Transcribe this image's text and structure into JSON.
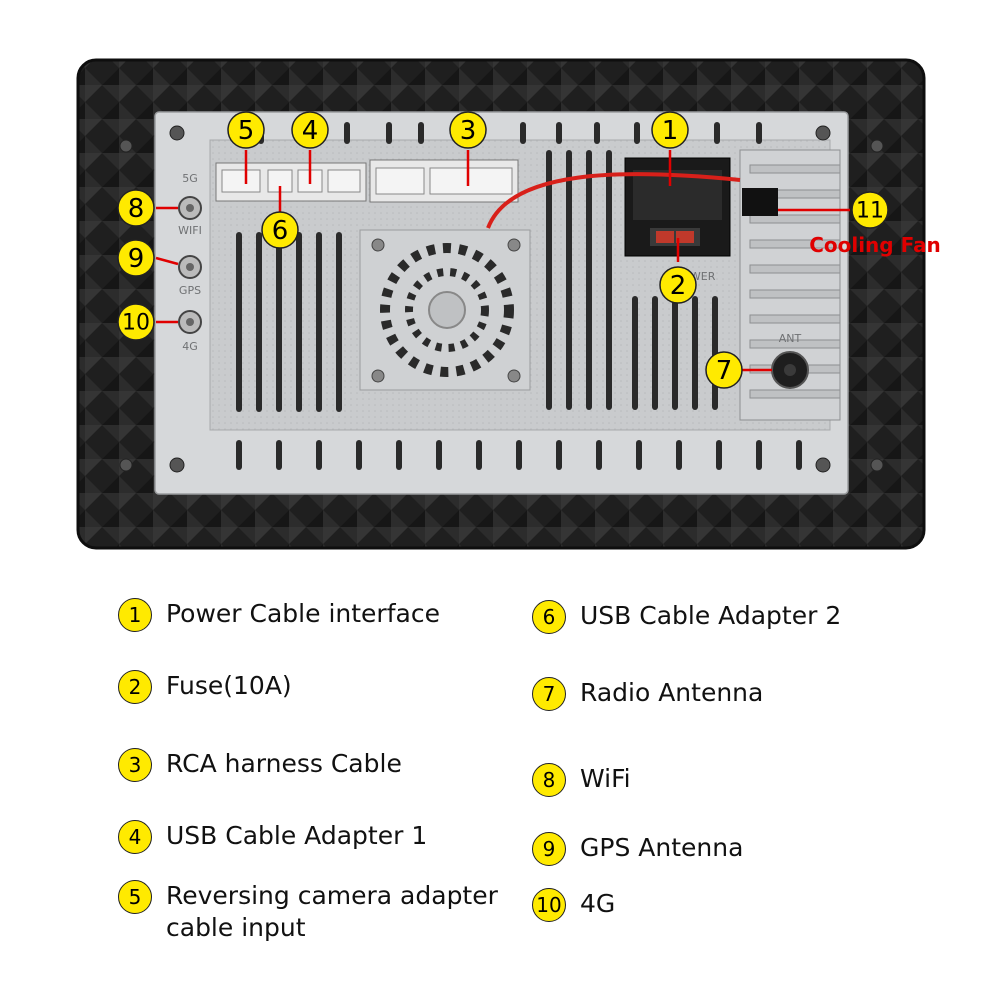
{
  "diagram": {
    "port_labels": {
      "5g": "5G",
      "wifi": "WIFI",
      "gps": "GPS",
      "4g": "4G",
      "power": "POWER",
      "ant": "ANT"
    },
    "callouts": [
      "1",
      "2",
      "3",
      "4",
      "5",
      "6",
      "7",
      "8",
      "9",
      "10",
      "11"
    ],
    "cooling_fan_label": "Cooling Fan",
    "colors": {
      "badge": "#ffea00",
      "callout_line": "#e00000",
      "fan_text": "#e00000"
    }
  },
  "legend": [
    {
      "num": "1",
      "text": "Power Cable interface"
    },
    {
      "num": "2",
      "text": "Fuse(10A)"
    },
    {
      "num": "3",
      "text": "RCA harness Cable"
    },
    {
      "num": "4",
      "text": "USB Cable Adapter 1"
    },
    {
      "num": "5",
      "text": "Reversing camera adapter cable input"
    },
    {
      "num": "6",
      "text": "USB Cable Adapter 2"
    },
    {
      "num": "7",
      "text": "Radio Antenna"
    },
    {
      "num": "8",
      "text": "WiFi"
    },
    {
      "num": "9",
      "text": "GPS Antenna"
    },
    {
      "num": "10",
      "text": "4G"
    }
  ]
}
